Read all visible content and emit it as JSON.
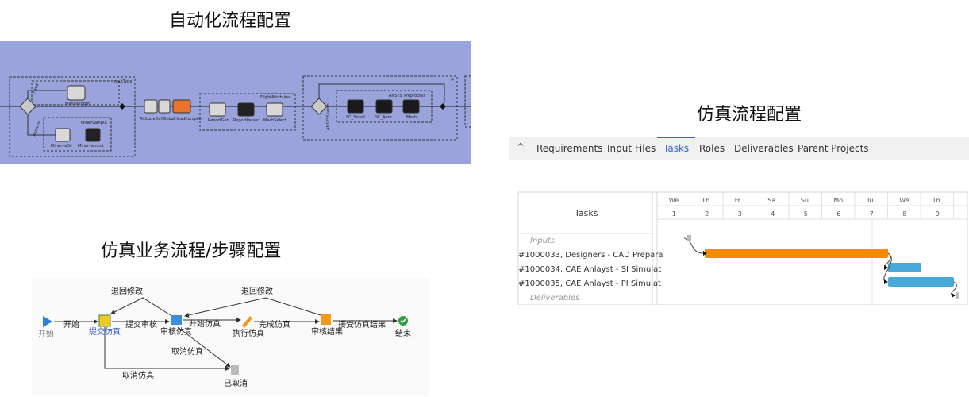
{
  "headings": {
    "automation": "自动化流程配置",
    "simulation": "仿真流程配置",
    "business": "仿真业务流程/步骤配置"
  },
  "automation_flow": {
    "input_type": "InputType",
    "fixed_label": "Fixed",
    "rename_label": "Rename",
    "manual_input": "ManualInput",
    "minerva_input_title": "MinervaInput",
    "minerva_dir": "MinervaDir",
    "minerva_input": "MinervaInput",
    "altitude_node": "AltitudeDefGlobalHeadCompile",
    "report_gen": "ReportGen",
    "report_parser": "ReportParser",
    "flight_attributes": "FlightAttributes",
    "mach_select": "MachSelect",
    "ansys_preprocess": "ANSYS_Preprocess",
    "sc_struct": "SC_Struct",
    "sc_aero": "SC_Aero",
    "mesh": "Mesh",
    "ansys_search": "ANSYSSearch",
    "loop_marker": "#",
    "colors": {
      "panel": "#9aa3dc",
      "task_orange": "#e8732a"
    }
  },
  "business_flow": {
    "start_label": "开始",
    "start_edge": "开始",
    "submit_sim": "提交仿真",
    "submit_review_edge": "提交审核",
    "return_modify_1": "退回修改",
    "review_sim": "审核仿真",
    "start_sim_edge": "开始仿真",
    "return_modify_2": "退回修改",
    "execute_sim": "执行仿真",
    "complete_sim_edge": "完成仿真",
    "review_result": "审核结果",
    "accept_result_edge": "接受仿真结果",
    "end_label": "结束",
    "cancel_sim_1": "取消仿真",
    "cancel_sim_2": "取消仿真",
    "cancelled": "已取消",
    "colors": {
      "play": "#2f7fd6",
      "submit_link": "#2b4fc7",
      "done": "#2ea043",
      "orange": "#f39a1e"
    }
  },
  "gantt": {
    "collapse_icon": "^",
    "tabs": [
      {
        "label": "Requirements"
      },
      {
        "label": "Input Files"
      },
      {
        "label": "Tasks",
        "active": true
      },
      {
        "label": "Roles"
      },
      {
        "label": "Deliverables"
      },
      {
        "label": "Parent Projects"
      }
    ],
    "tasks_header": "Tasks",
    "days": [
      "We",
      "Th",
      "Fr",
      "Sa",
      "Su",
      "Mo",
      "Tu",
      "We",
      "Th"
    ],
    "dates": [
      "1",
      "2",
      "3",
      "4",
      "5",
      "6",
      "7",
      "8",
      "9"
    ],
    "rows": [
      {
        "label": "Inputs",
        "category": true
      },
      {
        "label": "#1000033, Designers - CAD Prepara"
      },
      {
        "label": "#1000034, CAE Anlayst - SI Simulat"
      },
      {
        "label": "#1000035, CAE Anlayst - PI Simulat"
      },
      {
        "label": "Deliverables",
        "category": true
      }
    ],
    "colors": {
      "bar_orange": "#f58a07",
      "bar_blue": "#4aa9d8",
      "active_tab": "#2f63d6"
    }
  }
}
